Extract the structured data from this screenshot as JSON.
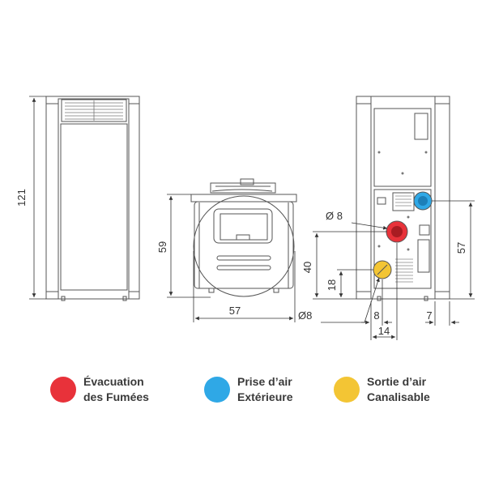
{
  "dimensions": {
    "height_total": "121",
    "front_depth": "59",
    "front_width": "57",
    "flue_diameter": "Ø 8",
    "air_diameter": "Ø8",
    "height_flue": "40",
    "height_air_outlet": "18",
    "rear_height": "57",
    "offset_8": "8",
    "offset_14": "14",
    "offset_7": "7"
  },
  "legend": [
    {
      "id": "flue",
      "line1": "Évacuation",
      "line2": "des Fumées",
      "color": "#e8323a"
    },
    {
      "id": "intake",
      "line1": "Prise d’air",
      "line2": "Extérieure",
      "color": "#2fa8e6"
    },
    {
      "id": "outlet",
      "line1": "Sortie d’air",
      "line2": "Canalisable",
      "color": "#f3c534"
    }
  ],
  "colors": {
    "line": "#555555",
    "dim_line": "#333333"
  }
}
